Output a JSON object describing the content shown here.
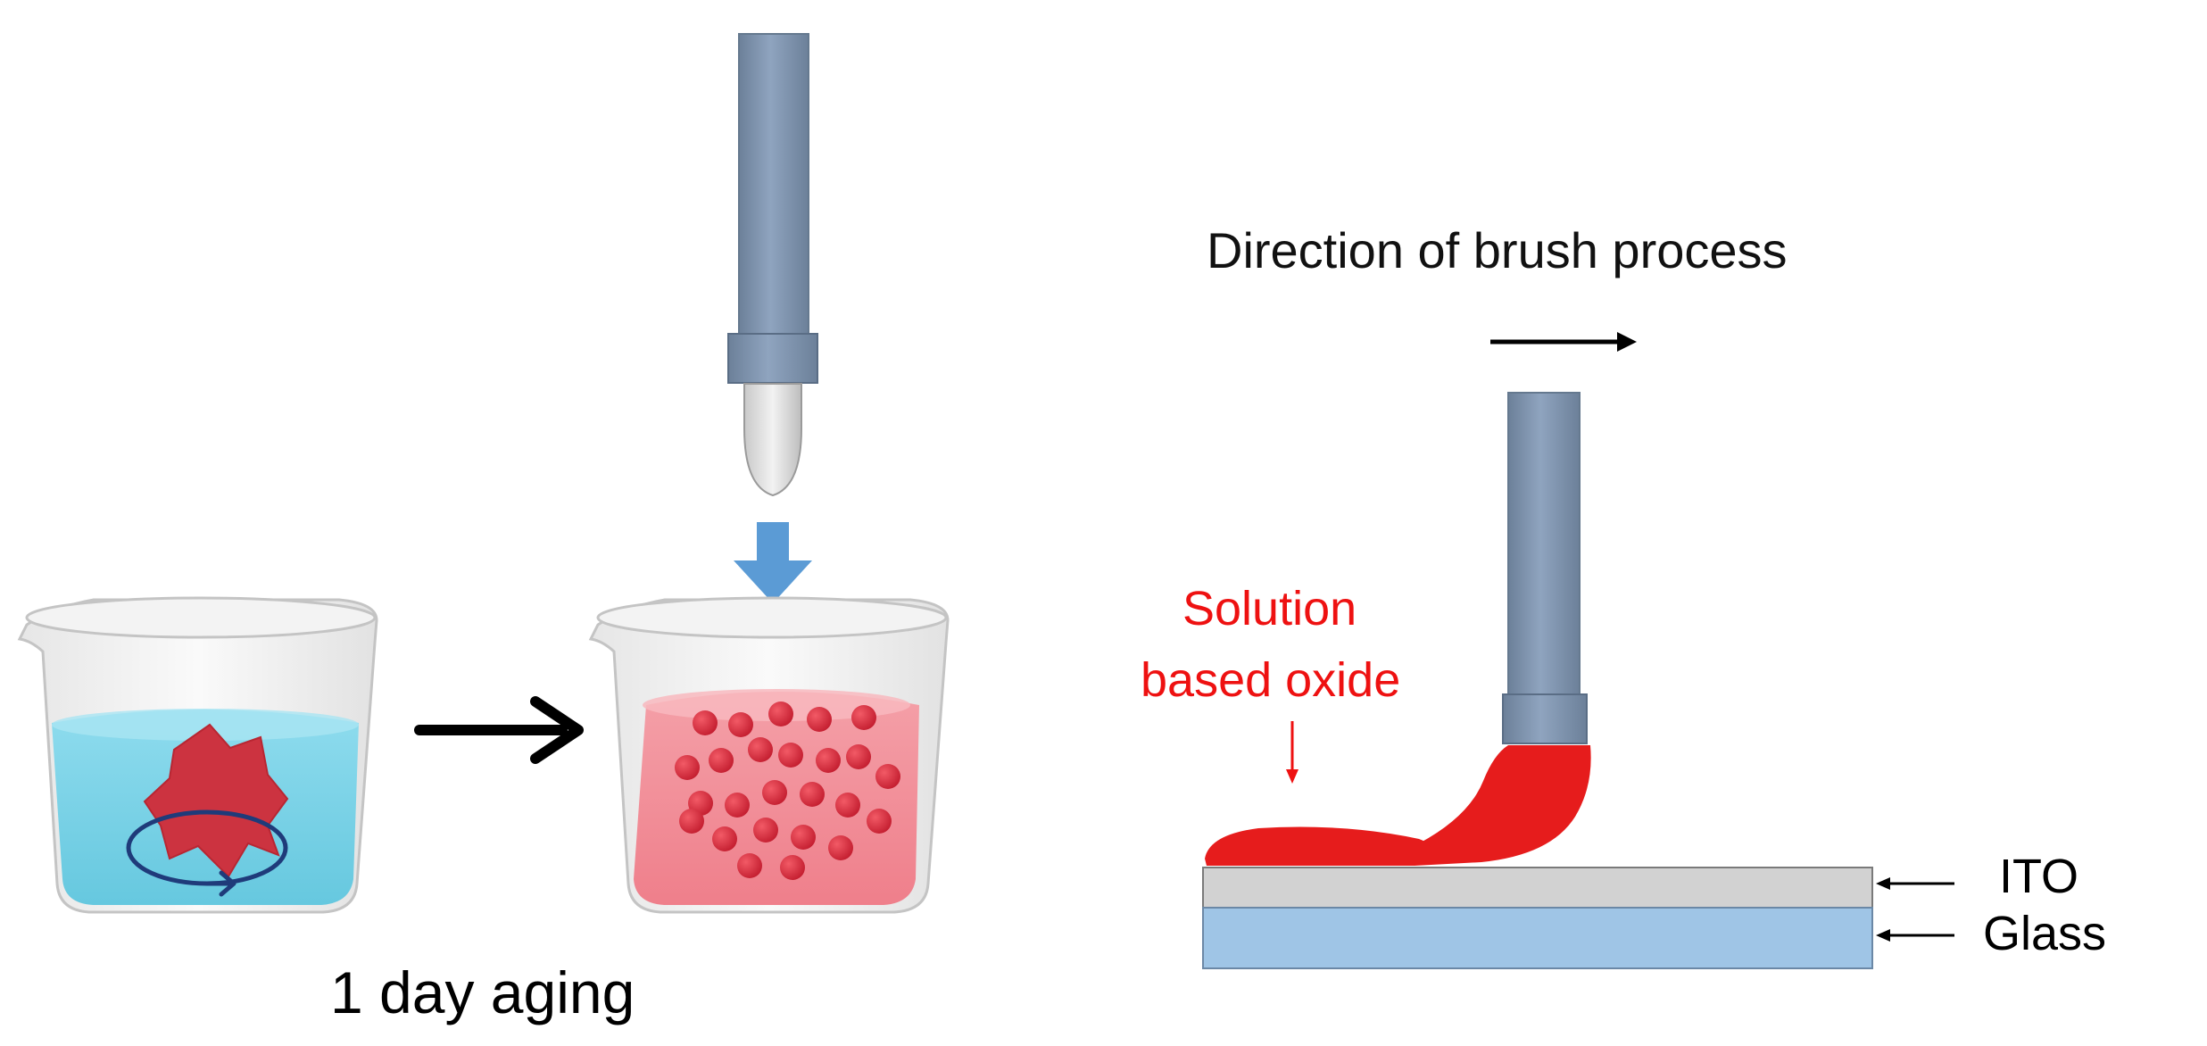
{
  "left_panel": {
    "caption": "1 day aging"
  },
  "right_panel": {
    "direction_label": "Direction of brush process",
    "solution_label_line1": "Solution",
    "solution_label_line2": "based oxide",
    "layer_ito": "ITO",
    "layer_glass": "Glass"
  },
  "colors": {
    "pipette": "#7f95b1",
    "pipette_edge": "#65798f",
    "water": "#7fd3e6",
    "particle": "#dd3344",
    "red_solution": "#e61c1c",
    "label_red": "#ee1111",
    "ito": "#d2d2d2",
    "glass": "#9fc5e6",
    "drop_arrow": "#5b9bd5"
  }
}
